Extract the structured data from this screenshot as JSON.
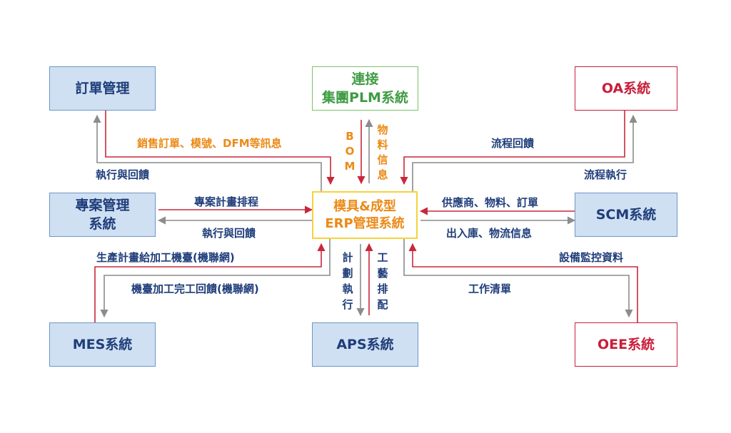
{
  "boxes": {
    "order": "訂單管理",
    "plm_line1": "連接",
    "plm_line2": "集團PLM系統",
    "oa": "OA系統",
    "project_line1": "專案管理",
    "project_line2": "系統",
    "erp_line1": "模具&成型",
    "erp_line2": "ERP管理系統",
    "scm": "SCM系統",
    "mes": "MES系統",
    "aps": "APS系統",
    "oee": "OEE系統"
  },
  "labels": {
    "order_in": "銷售訂單、模號、DFM等訊息",
    "order_out": "執行與回饋",
    "bom": "BOM",
    "material_info": "物料信息",
    "oa_in": "流程回饋",
    "oa_out": "流程執行",
    "project_in": "專案計畫排程",
    "project_out": "執行與回饋",
    "scm_in": "供應商、物料、訂單",
    "scm_out": "出入庫、物流信息",
    "mes_in": "生產計畫給加工機臺(機聯網)",
    "mes_out": "機臺加工完工回饋(機聯網)",
    "plan_exec": "計劃執行",
    "process_schedule": "工藝排配",
    "oee_in": "設備監控資料",
    "oee_out": "工作清單"
  },
  "colors": {
    "box_fill": "#cfe0f2",
    "box_border": "#6f95c6",
    "text_blue": "#1f3d7a",
    "accent_orange": "#ec8a17",
    "accent_red": "#c81e3a",
    "accent_green": "#3f9b43",
    "center_border": "#f6d23b",
    "arrow_red": "#c8283c",
    "arrow_gray": "#8c8c8c"
  }
}
